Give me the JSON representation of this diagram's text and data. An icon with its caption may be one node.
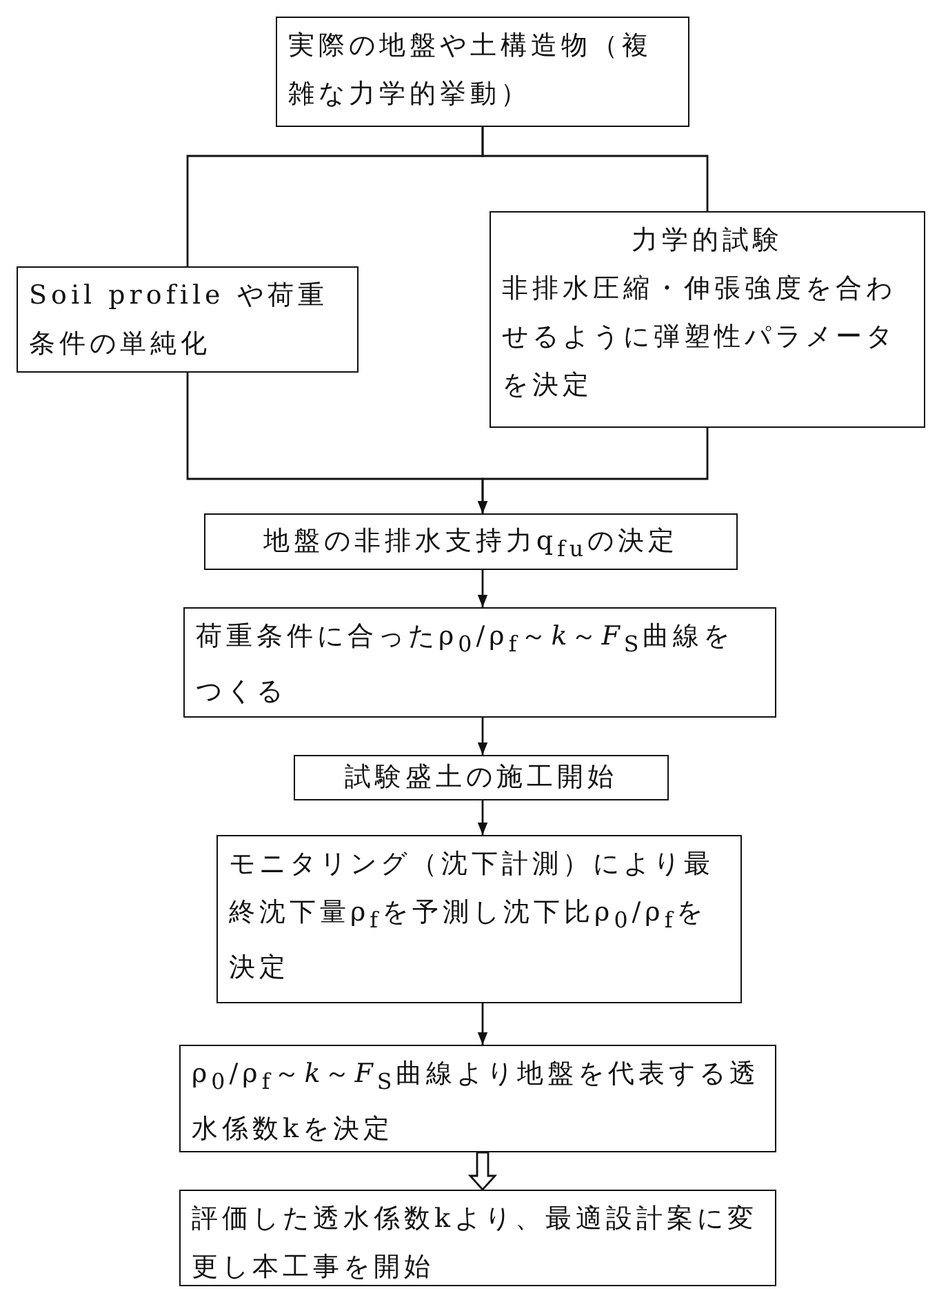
{
  "diagram": {
    "nodes": [
      {
        "text": [
          "実際の地盤や土構造物（複雑な力学的挙動）"
        ]
      },
      {
        "text": [
          "Soil profile や荷重条件の単純化"
        ]
      },
      {
        "text": [
          "力学的試験",
          "非排水圧縮・伸張強度を合わせるように弾塑性パラメータを決定"
        ]
      },
      {
        "text": [
          "地盤の非排水支持力q$_{fu}$の決定"
        ]
      },
      {
        "text": [
          "荷重条件に合ったρ$_{0}$/ρ$_{f}$～*k*～*F*$_{S}$曲線をつくる"
        ]
      },
      {
        "text": [
          "試験盛土の施工開始"
        ]
      },
      {
        "text": [
          "モニタリング（沈下計測）により最終沈下量ρ$_{f}$を予測し沈下比ρ$_{0}$/ρ$_{f}$を決定"
        ]
      },
      {
        "text": [
          "ρ$_{0}$/ρ$_{f}$～*k*～*F*$_{S}$曲線より地盤を代表する透水係数kを決定"
        ]
      },
      {
        "text": [
          "評価した透水係数kより、最適設計案に変更し本工事を開始"
        ]
      }
    ],
    "edges": [
      {
        "from": 0,
        "to": 1,
        "arrow": "none"
      },
      {
        "from": 0,
        "to": 2,
        "arrow": "none"
      },
      {
        "from": 1,
        "to": 3,
        "arrow": "to"
      },
      {
        "from": 2,
        "to": 3,
        "arrow": "to"
      },
      {
        "from": 3,
        "to": 4,
        "arrow": "to"
      },
      {
        "from": 4,
        "to": 5,
        "arrow": "to"
      },
      {
        "from": 5,
        "to": 6,
        "arrow": "to"
      },
      {
        "from": 6,
        "to": 7,
        "arrow": "to"
      },
      {
        "from": 7,
        "to": 8,
        "arrow": "to",
        "style": "thick"
      }
    ]
  }
}
